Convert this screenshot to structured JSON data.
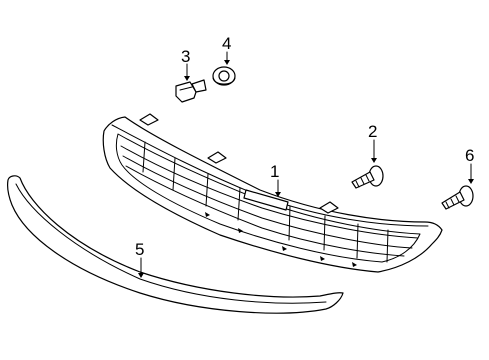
{
  "callouts": [
    {
      "id": "1",
      "label": "1"
    },
    {
      "id": "2",
      "label": "2"
    },
    {
      "id": "3",
      "label": "3"
    },
    {
      "id": "4",
      "label": "4"
    },
    {
      "id": "5",
      "label": "5"
    },
    {
      "id": "6",
      "label": "6"
    }
  ],
  "parts": [
    {
      "callout": "1",
      "icon": "grille-assembly-icon"
    },
    {
      "callout": "2",
      "icon": "screw-with-washer-icon"
    },
    {
      "callout": "3",
      "icon": "push-pin-retainer-icon"
    },
    {
      "callout": "4",
      "icon": "grommet-nut-icon"
    },
    {
      "callout": "5",
      "icon": "lower-molding-strip-icon"
    },
    {
      "callout": "6",
      "icon": "screw-with-washer-icon"
    }
  ],
  "colors": {
    "background": "#ffffff",
    "line": "#000000"
  }
}
